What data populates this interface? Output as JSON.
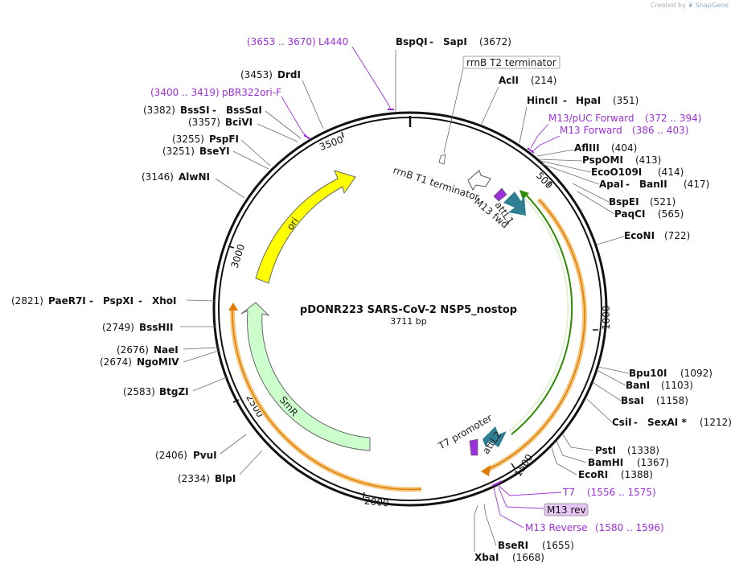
{
  "credit": {
    "prefix": "Created by",
    "brand": "SnapGene"
  },
  "plasmid": {
    "name": "pDONR223 SARS-CoV-2 NSP5_nostop",
    "length_label": "3711 bp"
  },
  "ticks": [
    "500",
    "1000",
    "1500",
    "2000",
    "2500",
    "3000",
    "3500"
  ],
  "sites": {
    "bspqi": {
      "pos": "(3672)",
      "name": "BspQI",
      "sep": " - ",
      "name2": "SapI"
    },
    "acli": {
      "name": "AclI",
      "pos": "(214)"
    },
    "hincii": {
      "name": "HincII",
      "sep": " - ",
      "name2": "HpaI",
      "pos": "(351)"
    },
    "aflIII": {
      "name": "AflIII",
      "pos": "(404)"
    },
    "pspomi": {
      "name": "PspOMI",
      "pos": "(413)"
    },
    "eco0109i": {
      "name": "EcoO109I",
      "pos": "(414)"
    },
    "apai": {
      "name": "ApaI",
      "sep": " - ",
      "name2": "BanII",
      "pos": "(417)"
    },
    "bspei": {
      "name": "BspEI",
      "pos": "(521)"
    },
    "paqci": {
      "name": "PaqCI",
      "pos": "(565)"
    },
    "econi": {
      "name": "EcoNI",
      "pos": "(722)"
    },
    "bpu10i": {
      "name": "Bpu10I",
      "pos": "(1092)"
    },
    "bani": {
      "name": "BanI",
      "pos": "(1103)"
    },
    "bsai": {
      "name": "BsaI",
      "pos": "(1158)"
    },
    "csii": {
      "name": "CsiI",
      "sep": " - ",
      "name2": "SexAI *",
      "pos": "(1212)"
    },
    "psti": {
      "name": "PstI",
      "pos": "(1338)"
    },
    "bamhi": {
      "name": "BamHI",
      "pos": "(1367)"
    },
    "ecori": {
      "name": "EcoRI",
      "pos": "(1388)"
    },
    "bseri": {
      "name": "BseRI",
      "pos": "(1655)"
    },
    "xbai": {
      "name": "XbaI",
      "pos": "(1668)"
    },
    "blpi": {
      "pos": "(2334)",
      "name": "BlpI"
    },
    "pvui": {
      "pos": "(2406)",
      "name": "PvuI"
    },
    "btgzi": {
      "pos": "(2583)",
      "name": "BtgZI"
    },
    "ngomiv": {
      "pos": "(2674)",
      "name": "NgoMIV"
    },
    "naei": {
      "pos": "(2676)",
      "name": "NaeI"
    },
    "msshii": {
      "pos": "(2749)",
      "name": "BssHII"
    },
    "paer7i": {
      "pos": "(2821)",
      "name": "PaeR7I",
      "sep": " - ",
      "name2": "PspXI",
      "sep2": " - ",
      "name3": "XhoI"
    },
    "alwni": {
      "pos": "(3146)",
      "name": "AlwNI"
    },
    "bseyi": {
      "pos": "(3251)",
      "name": "BseYI"
    },
    "pspfi": {
      "pos": "(3255)",
      "name": "PspFI"
    },
    "bcivi": {
      "pos": "(3357)",
      "name": "BciVI"
    },
    "bsssi": {
      "pos": "(3382)",
      "name": "BssSI",
      "sep": " - ",
      "name2": "BssSαI"
    },
    "drdi": {
      "pos": "(3453)",
      "name": "DrdI"
    }
  },
  "primers": {
    "l4440": {
      "range": "(3653 .. 3670)",
      "name": "L4440"
    },
    "pbr322": {
      "range": "(3400 .. 3419)",
      "name": "pBR322ori-F"
    },
    "m13puc": {
      "name": "M13/pUC Forward",
      "range": "(372 .. 394)"
    },
    "m13fwd": {
      "name": "M13 Forward",
      "range": "(386 .. 403)"
    },
    "t7": {
      "name": "T7",
      "range": "(1556 .. 1575)"
    },
    "m13rev": {
      "name": "M13 rev"
    },
    "m13reverse": {
      "name": "M13 Reverse",
      "range": "(1580 .. 1596)"
    }
  },
  "features": {
    "rrnb_t2": "rrnB T2 terminator",
    "rrnb_t1": "rrnB T1 terminator",
    "attl1": "attL1",
    "m13fwd": "M13 fwd",
    "t7promoter": "T7 promoter",
    "attl2": "attL2",
    "ori": "ori",
    "smr": "SmR"
  },
  "colors": {
    "backbone": "#111111",
    "ori": "#ffff00",
    "smr": "#ccffcc",
    "orf": "#f5c77e",
    "orf_line": "#e07b00",
    "green": "#2e8b00",
    "att": "#2f7f93",
    "primer": "#9b30d9"
  }
}
